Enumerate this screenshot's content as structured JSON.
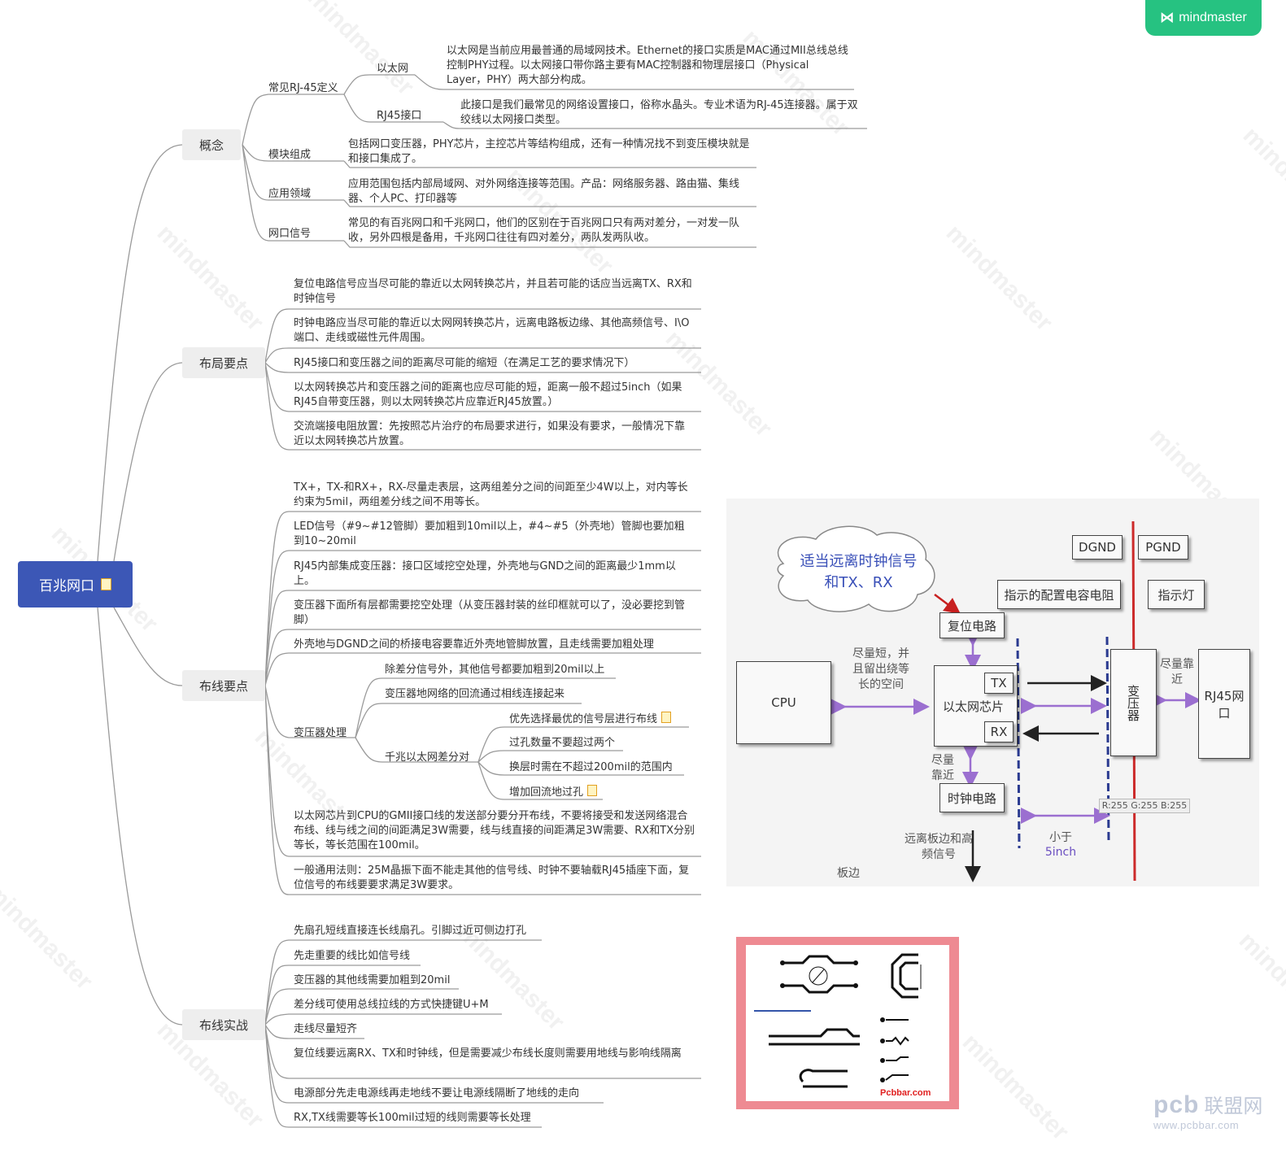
{
  "brand": {
    "name": "mindmaster"
  },
  "watermark": "mindmaster",
  "root": {
    "label": "百兆网口"
  },
  "branches": [
    {
      "label": "概念",
      "subs": [
        {
          "label": "常见RJ-45定义",
          "children": [
            {
              "label": "以太网",
              "text": "以太网是当前应用最普通的局域网技术。Ethernet的接口实质是MAC通过MII总线总线控制PHY过程。以太网接口带你路主要有MAC控制器和物理层接口（Physical Layer，PHY）两大部分构成。"
            },
            {
              "label": "RJ45接口",
              "text": "此接口是我们最常见的网络设置接口，俗称水晶头。专业术语为RJ-45连接器。属于双绞线以太网接口类型。"
            }
          ]
        },
        {
          "label": "模块组成",
          "text": "包括网口变压器，PHY芯片，主控芯片等结构组成，还有一种情况找不到变压模块就是和接口集成了。"
        },
        {
          "label": "应用领域",
          "text": "应用范围包括内部局域网、对外网络连接等范围。产品：网络服务器、路由猫、集线器、个人PC、打印器等"
        },
        {
          "label": "网口信号",
          "text": "常见的有百兆网口和千兆网口，他们的区别在于百兆网口只有两对差分，一对发一队收，另外四根是备用，千兆网口往往有四对差分，两队发两队收。"
        }
      ]
    },
    {
      "label": "布局要点",
      "items": [
        "复位电路信号应当尽可能的靠近以太网转换芯片，并且若可能的话应当远离TX、RX和时钟信号",
        "时钟电路应当尽可能的靠近以太网网转换芯片，远离电路板边缘、其他高频信号、I\\O端口、走线或磁性元件周围。",
        "RJ45接口和变压器之间的距离尽可能的缩短（在满足工艺的要求情况下）",
        "以太网转换芯片和变压器之间的距离也应尽可能的短，距离一般不超过5inch（如果RJ45自带变压器，则以太网转换芯片应靠近RJ45放置。）",
        "交流端接电阻放置：先按照芯片治疗的布局要求进行，如果没有要求，一般情况下靠近以太网转换芯片放置。"
      ]
    },
    {
      "label": "布线要点",
      "items": [
        "TX+，TX-和RX+，RX-尽量走表层，这两组差分之间的间距至少4W以上，对内等长约束为5mil，两组差分线之间不用等长。",
        "LED信号（#9~#12管脚）要加粗到10mil以上，#4~#5（外壳地）管脚也要加粗到10~20mil",
        "RJ45内部集成变压器：接口区域挖空处理，外壳地与GND之间的距离最少1mm以上。",
        "变压器下面所有层都需要挖空处理（从变压器封装的丝印框就可以了，没必要挖到管脚）",
        "外壳地与DGND之间的桥接电容要靠近外壳地管脚放置，且走线需要加粗处理",
        "以太网芯片到CPU的GMII接口线的发送部分要分开布线，不要将接受和发送网络混合布线、线与线之间的间距满足3W需要，线与线直接的间距满足3W需要、RX和TX分别等长，等长范围在100mil。",
        "一般通用法则：25M晶振下面不能走其他的信号线、时钟不要轴载RJ45插座下面，复位信号的布线要要求满足3W要求。"
      ],
      "transformer": {
        "label": "变压器处理",
        "items": [
          "除差分信号外，其他信号都要加粗到20mil以上",
          "变压器地网络的回流通过相线连接起来"
        ],
        "gigabit": {
          "label": "千兆以太网差分对",
          "items": [
            "优先选择最优的信号层进行布线",
            "过孔数量不要超过两个",
            "换层时需在不超过200mil的范围内",
            "增加回流地过孔"
          ]
        }
      }
    },
    {
      "label": "布线实战",
      "items": [
        "先扇孔短线直接连长线扇孔。引脚过近可侧边打孔",
        "先走重要的线比如信号线",
        "变压器的其他线需要加粗到20mil",
        "差分线可使用总线拉线的方式快捷键U+M",
        "走线尽量短齐",
        "复位线要远离RX、TX和时钟线，但是需要减少布线长度则需要用地线与影响线隔离",
        "电源部分先走电源线再走地线不要让电源线隔断了地线的走向",
        "RX,TX线需要等长100mil过短的线则需要等长处理"
      ]
    }
  ],
  "diagram": {
    "cloud": "适当远离时钟信号和TX、RX",
    "boxes": {
      "dgnd": "DGND",
      "pgnd": "PGND",
      "config": "指示的配置电容电阻",
      "led": "指示灯",
      "reset": "复位电路",
      "cpu": "CPU",
      "eth": "以太网芯片",
      "tx": "TX",
      "rx": "RX",
      "transformer": "变压器",
      "rj45": "RJ45网口",
      "clock": "时钟电路"
    },
    "labels": {
      "short": "尽量短，并且留出绕等长的空间",
      "near1": "尽量靠近",
      "near2": "尽量靠近",
      "far": "远离板边和高频信号",
      "less": "小于",
      "five": "5inch",
      "edge": "板边",
      "rgb": "R:255 G:255 B:255"
    }
  },
  "figure": {
    "credit": "Pcbbar.com"
  },
  "footer": {
    "logo": "pcb",
    "cn": "联盟网",
    "url": "www.pcbbar.com"
  },
  "colors": {
    "root": "#3c57b6",
    "accent": "#26c281",
    "arrow": "#9b6fd0",
    "dash": "#2a3a90",
    "redline": "#cc2a2a"
  }
}
